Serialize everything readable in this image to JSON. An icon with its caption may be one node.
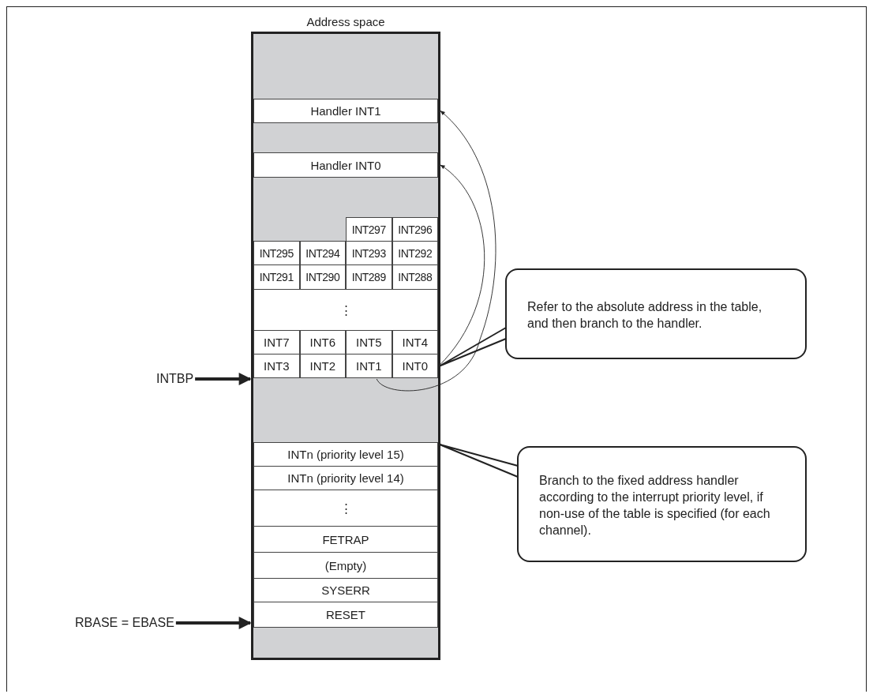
{
  "diagram": {
    "nodes": [
      {
        "text": [
          "Address space"
        ]
      },
      {
        "text": [
          "Handler INT1"
        ],
        "in": 0
      },
      {
        "text": [
          "Handler INT0"
        ],
        "in": 0
      },
      {
        "text": [
          "INT297"
        ],
        "in": 0
      },
      {
        "text": [
          "INT296"
        ],
        "in": 0
      },
      {
        "text": [
          "INT295"
        ],
        "in": 0
      },
      {
        "text": [
          "INT294"
        ],
        "in": 0
      },
      {
        "text": [
          "INT293"
        ],
        "in": 0
      },
      {
        "text": [
          "INT292"
        ],
        "in": 0
      },
      {
        "text": [
          "INT291"
        ],
        "in": 0
      },
      {
        "text": [
          "INT290"
        ],
        "in": 0
      },
      {
        "text": [
          "INT289"
        ],
        "in": 0
      },
      {
        "text": [
          "INT288"
        ],
        "in": 0
      },
      {
        "text": [
          "⋮"
        ],
        "in": 0
      },
      {
        "text": [
          "INT7"
        ],
        "in": 0
      },
      {
        "text": [
          "INT6"
        ],
        "in": 0
      },
      {
        "text": [
          "INT5"
        ],
        "in": 0
      },
      {
        "text": [
          "INT4"
        ],
        "in": 0
      },
      {
        "text": [
          "INT3"
        ],
        "in": 0
      },
      {
        "text": [
          "INT2"
        ],
        "in": 0
      },
      {
        "text": [
          "INT1"
        ],
        "in": 0
      },
      {
        "text": [
          "INT0"
        ],
        "in": 0
      },
      {
        "text": [
          "INTn (priority level 15)"
        ],
        "in": 0
      },
      {
        "text": [
          "INTn (priority level 14)"
        ],
        "in": 0
      },
      {
        "text": [
          "⋮"
        ],
        "in": 0
      },
      {
        "text": [
          "FETRAP"
        ],
        "in": 0
      },
      {
        "text": [
          "(Empty)"
        ],
        "in": 0
      },
      {
        "text": [
          "SYSERR"
        ],
        "in": 0
      },
      {
        "text": [
          "RESET"
        ],
        "in": 0
      },
      {
        "text": [
          "Refer to the absolute address in the table, and then branch to the handler."
        ]
      },
      {
        "text": [
          "Branch to the fixed address handler according to the interrupt priority level, if non-use of the table is specified (for each channel)."
        ]
      },
      {
        "text": [
          "INTBP"
        ]
      },
      {
        "text": [
          "RBASE = EBASE"
        ]
      }
    ],
    "edges": [
      {
        "from": 20,
        "to": 1,
        "arrow": "to"
      },
      {
        "from": 21,
        "to": 2,
        "arrow": "to"
      },
      {
        "from": 29,
        "to": 21,
        "arrow": "none"
      },
      {
        "from": 30,
        "to": 22,
        "arrow": "none"
      },
      {
        "from": 31,
        "to": 0,
        "arrow": "to",
        "style": "thick"
      },
      {
        "from": 32,
        "to": 0,
        "arrow": "to",
        "style": "thick"
      }
    ]
  }
}
